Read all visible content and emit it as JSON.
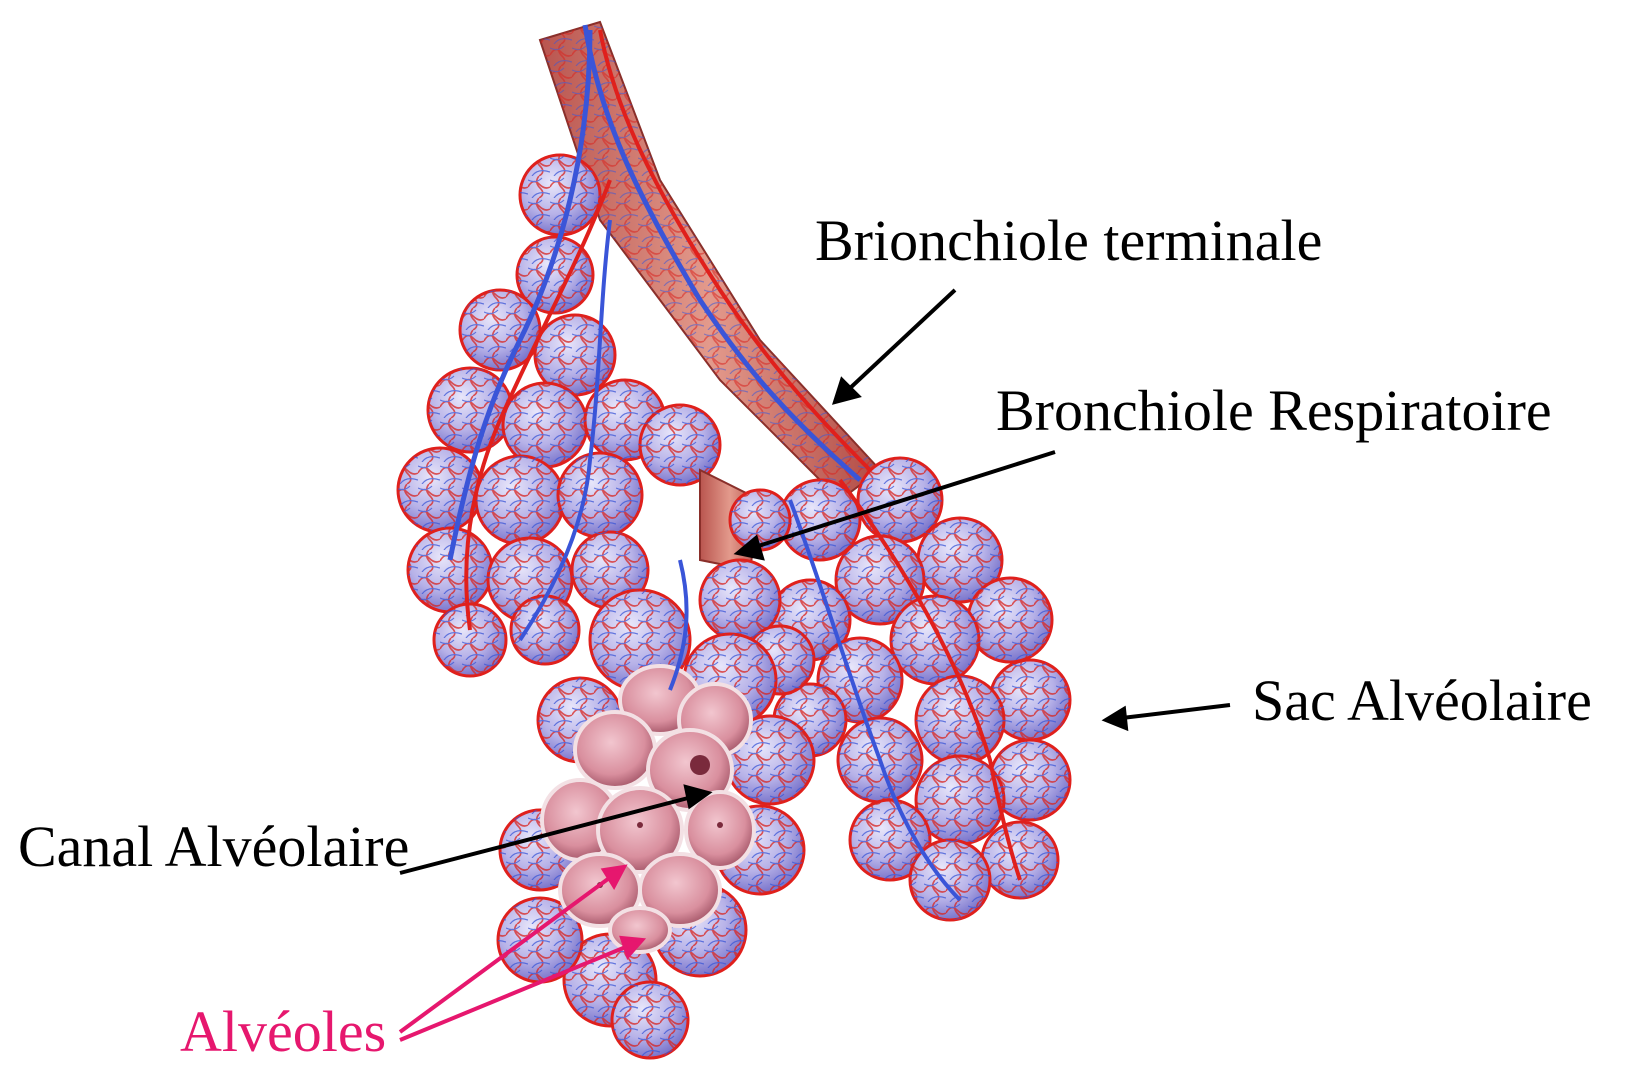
{
  "labels": {
    "terminal_bronchiole": "Brionchiole terminale",
    "respiratory_bronchiole": "Bronchiole Respiratoire",
    "alveolar_sac": "Sac Alvéolaire",
    "alveolar_duct": "Canal Alvéolaire",
    "alveoli": "Alvéoles"
  },
  "colors": {
    "label_text": "#000000",
    "alveoli_label": "#e6176e",
    "arrow": "#000000",
    "alveoli_arrow": "#e6176e",
    "artery": "#e0201c",
    "vein": "#3a55d8",
    "alveolus_fill": "#b9b3e6",
    "bronchiole_wall": "#c8605a",
    "duct_interior": "#d99aa6"
  }
}
